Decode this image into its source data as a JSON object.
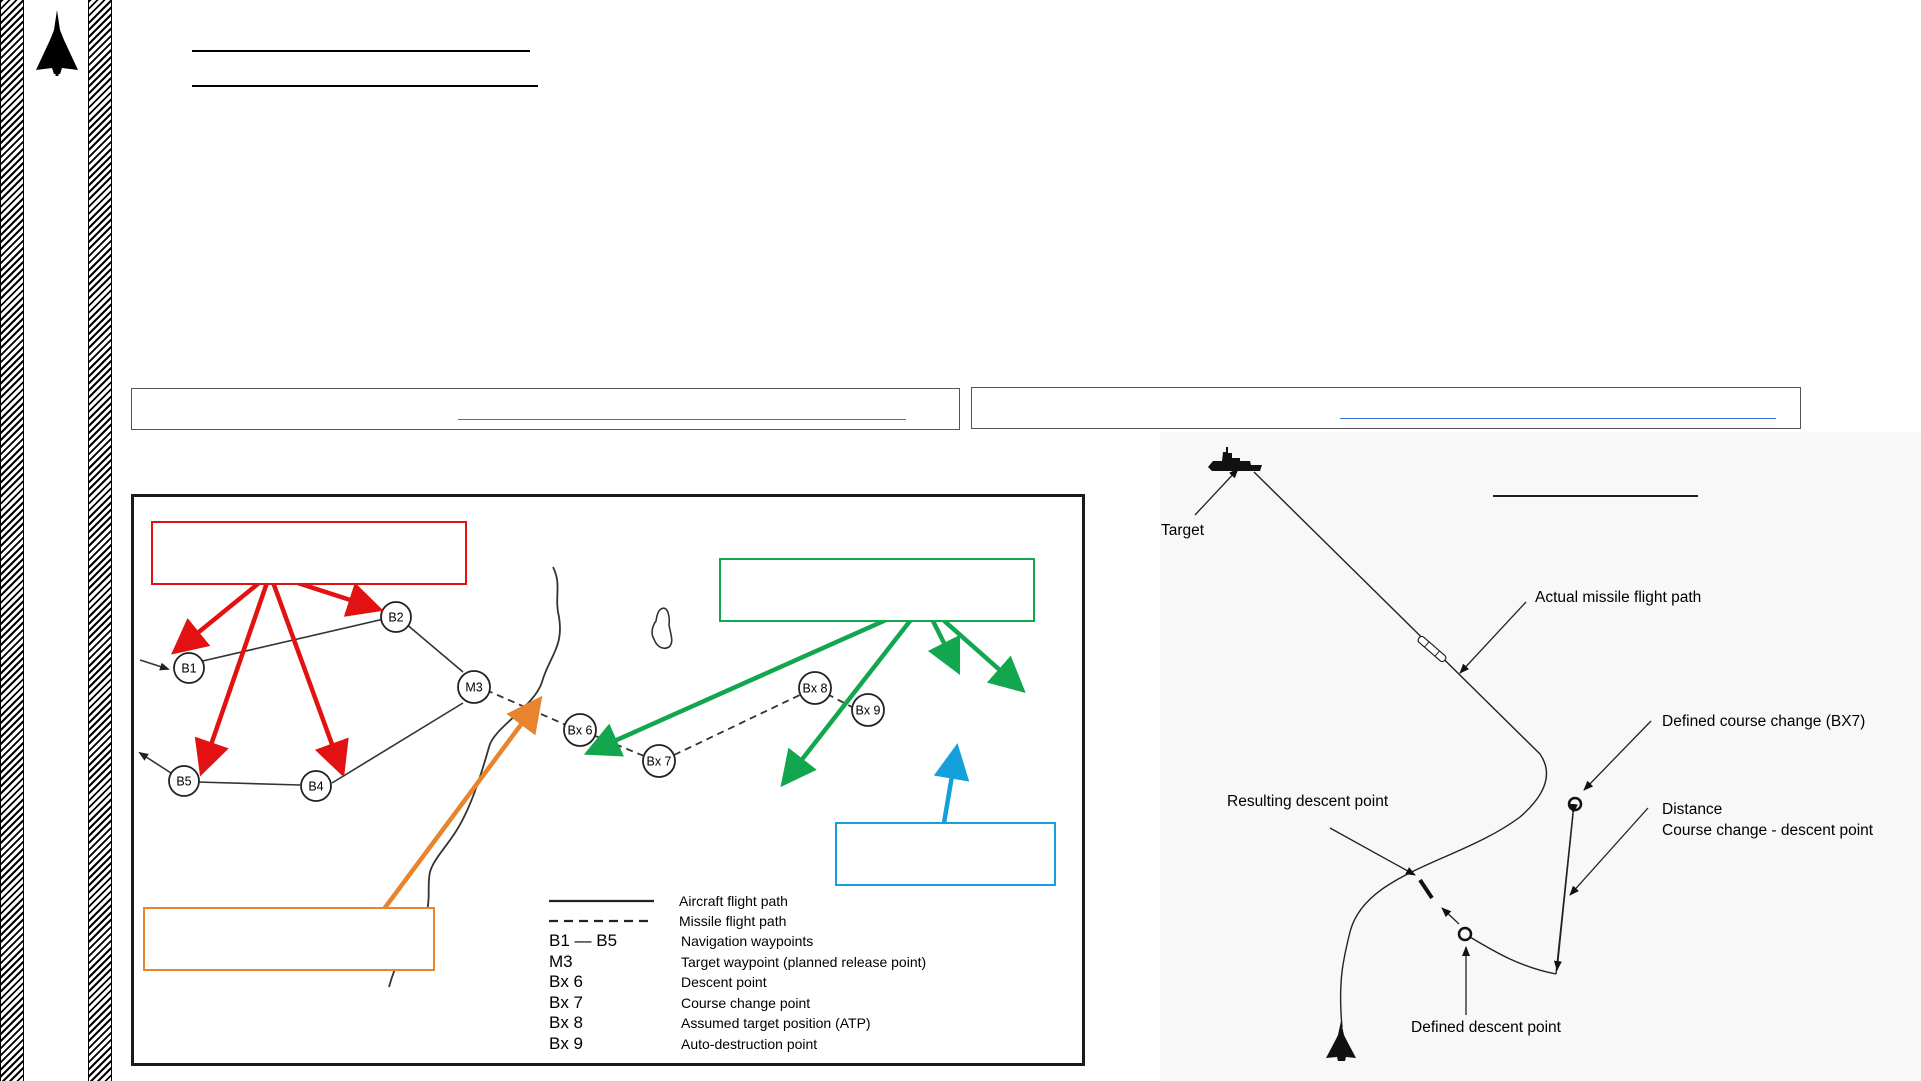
{
  "sidebar": {
    "logo_icon": "aircraft-silhouette-icon"
  },
  "left_diagram": {
    "waypoints": [
      {
        "id": "b1",
        "label": "B1"
      },
      {
        "id": "b2",
        "label": "B2"
      },
      {
        "id": "m3",
        "label": "M3"
      },
      {
        "id": "b4",
        "label": "B4"
      },
      {
        "id": "b5",
        "label": "B5"
      },
      {
        "id": "bx6",
        "label": "Bx 6"
      },
      {
        "id": "bx7",
        "label": "Bx 7"
      },
      {
        "id": "bx8",
        "label": "Bx 8"
      },
      {
        "id": "bx9",
        "label": "Bx 9"
      }
    ],
    "legend": [
      {
        "key": "",
        "value": "Aircraft flight path",
        "style": "solid"
      },
      {
        "key": "",
        "value": "Missile flight path",
        "style": "dashed"
      },
      {
        "key": "B1 — B5",
        "value": "Navigation waypoints"
      },
      {
        "key": "M3",
        "value": "Target waypoint (planned release point)"
      },
      {
        "key": "Bx 6",
        "value": "Descent point"
      },
      {
        "key": "Bx 7",
        "value": "Course change point"
      },
      {
        "key": "Bx 8",
        "value": "Assumed target position (ATP)"
      },
      {
        "key": "Bx 9",
        "value": "Auto-destruction point"
      }
    ],
    "colors": {
      "red": "#e31212",
      "green": "#12a64e",
      "orange": "#e8832e",
      "blue": "#14a0dc"
    }
  },
  "right_diagram": {
    "labels": {
      "target": "Target",
      "actual_path": "Actual missile flight path",
      "course_change": "Defined course change (BX7)",
      "distance_line1": "Distance",
      "distance_line2": "Course change - descent point",
      "resulting_descent": "Resulting descent point",
      "defined_descent": "Defined descent point"
    }
  }
}
